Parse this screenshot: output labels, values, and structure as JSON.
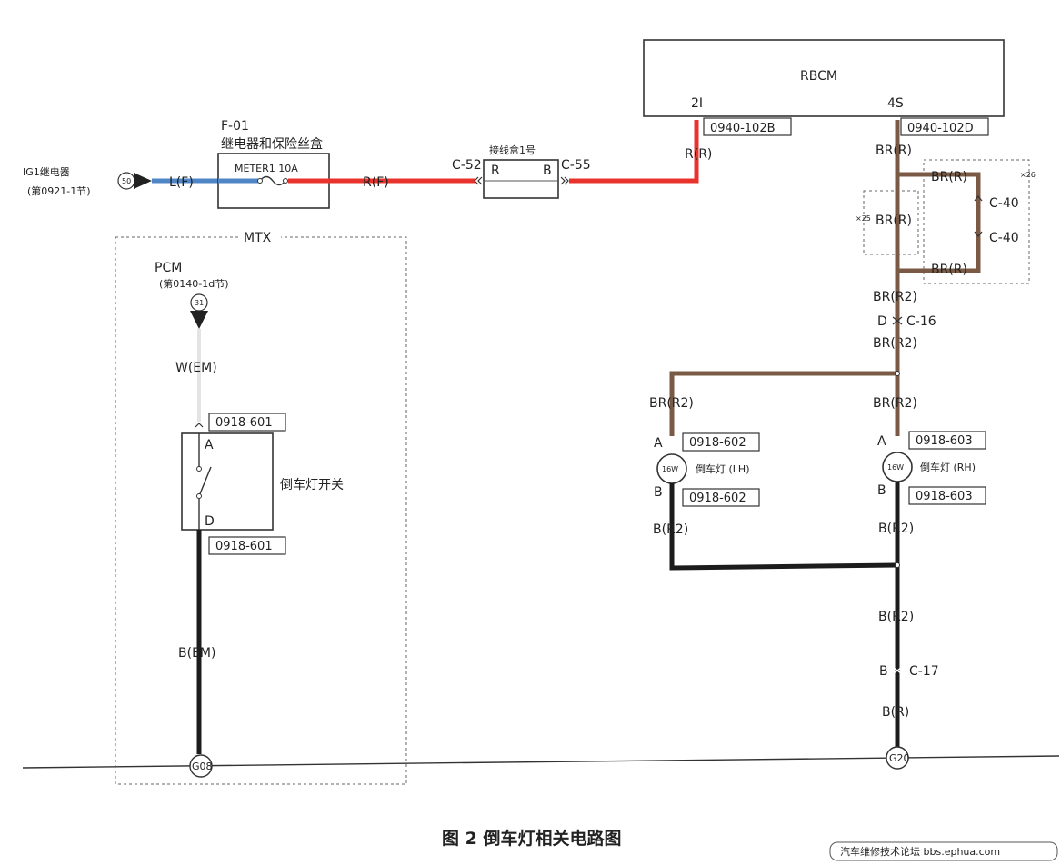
{
  "caption": "图 2 倒车灯相关电路图",
  "watermark": "汽车维修技术论坛 bbs.ephua.com",
  "colors": {
    "wire_red": "#e8332c",
    "wire_blue": "#4f86c6",
    "wire_brown": "#7a5a45",
    "wire_black": "#1c1c1c",
    "wire_white": "#e4e4e4",
    "frame": "#333333"
  },
  "source": {
    "relay_label": "IG1继电器",
    "relay_ref": "(第0921-1节)",
    "node": "50"
  },
  "fuse_box": {
    "id": "F-01",
    "name": "继电器和保险丝盒",
    "fuse": "METER1 10A"
  },
  "junction_box": {
    "name": "接线盒1号",
    "pin_left": "R",
    "pin_right": "B",
    "conn_left": "C-52",
    "conn_right": "C-55"
  },
  "rbcm": {
    "name": "RBCM",
    "pin_left": "2I",
    "pin_right": "4S",
    "code_left": "0940-102B",
    "code_right": "0940-102D"
  },
  "wires": {
    "lf": "L(F)",
    "rf": "R(F)",
    "rr": "R(R)",
    "br_r_top": "BR(R)",
    "br_r_outer_top": "BR(R)",
    "br_r_inner": "BR(R)",
    "br_r_outer_bottom": "BR(R)",
    "br_r2_1": "BR(R2)",
    "br_r2_2": "BR(R2)",
    "br_r2_left": "BR(R2)",
    "br_r2_right": "BR(R2)",
    "b_r2_left": "B(R2)",
    "b_r2_right": "B(R2)",
    "b_r2_lower": "B(R2)",
    "b_r": "B(R)",
    "w_em": "W(EM)",
    "b_em": "B(EM)"
  },
  "connectors": {
    "c40_top": "C-40",
    "c40_bottom": "C-40",
    "c16": "C-16",
    "c16_pin": "D",
    "c17": "C-17",
    "c17_pin": "B"
  },
  "option_tags": {
    "left": "×25",
    "right": "×26"
  },
  "mtx": {
    "label": "MTX",
    "pcm_label": "PCM",
    "pcm_ref": "(第0140-1d节)",
    "pcm_node": "31",
    "switch_name": "倒车灯开关",
    "code_top": "0918-601",
    "code_bottom": "0918-601",
    "pin_top": "A",
    "pin_bottom": "D",
    "ground": "G08"
  },
  "lamps": {
    "left": {
      "name": "倒车灯 (LH)",
      "power": "16W",
      "pin_top": "A",
      "pin_bottom": "B",
      "code_top": "0918-602",
      "code_bottom": "0918-602"
    },
    "right": {
      "name": "倒车灯 (RH)",
      "power": "16W",
      "pin_top": "A",
      "pin_bottom": "B",
      "code_top": "0918-603",
      "code_bottom": "0918-603"
    }
  },
  "ground_right": "G20"
}
